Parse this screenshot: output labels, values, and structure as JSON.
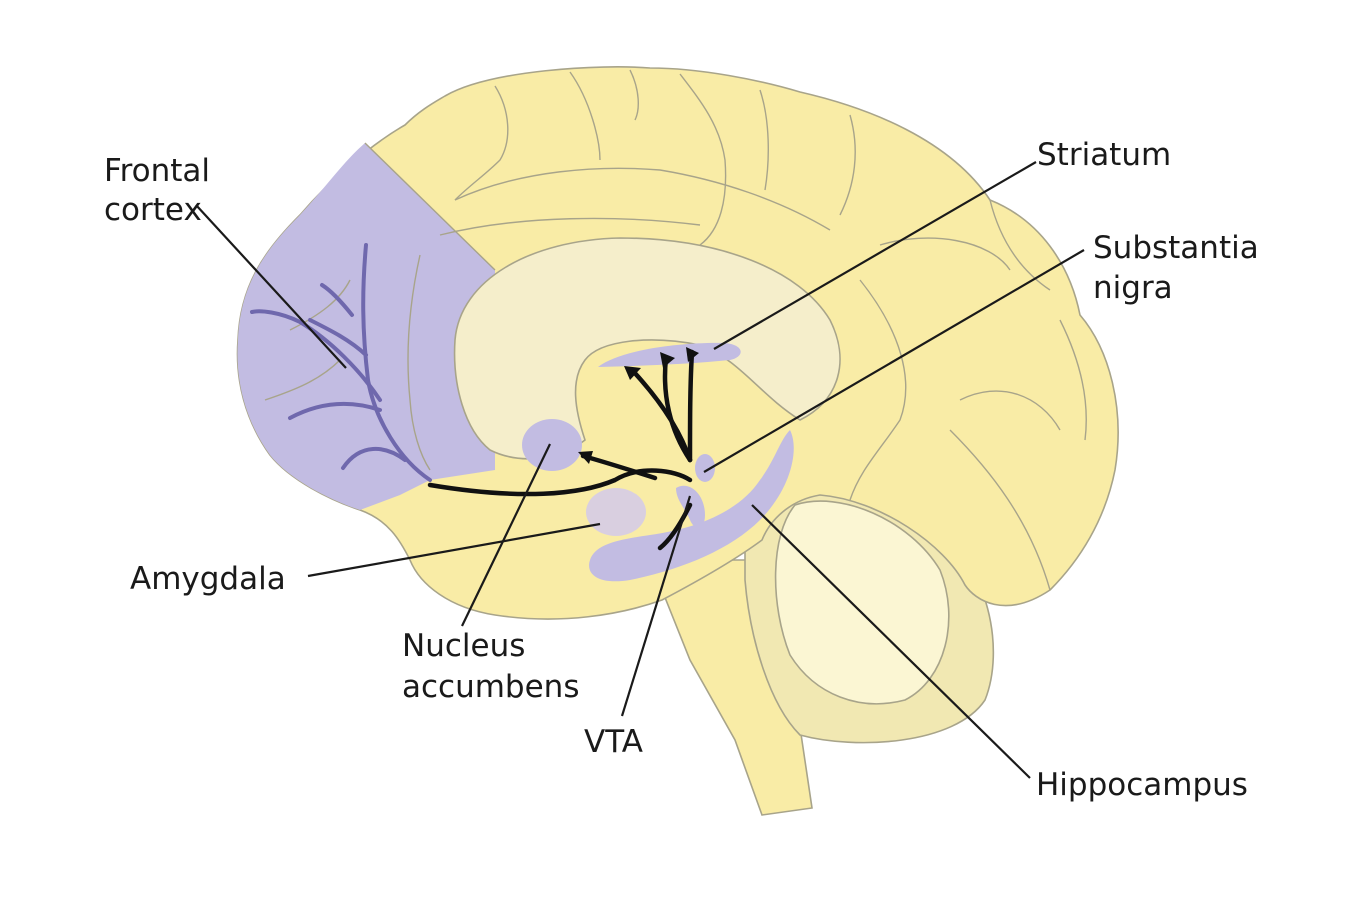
{
  "labels": {
    "frontal_cortex_line1": "Frontal",
    "frontal_cortex_line2": "cortex",
    "striatum": "Striatum",
    "substantia_nigra_line1": "Substantia",
    "substantia_nigra_line2": "nigra",
    "amygdala": "Amygdala",
    "nucleus_accumbens_line1": "Nucleus",
    "nucleus_accumbens_line2": "accumbens",
    "vta": "VTA",
    "hippocampus": "Hippocampus"
  },
  "colors": {
    "cortex": "#f9eca6",
    "inner_light": "#f5eecb",
    "highlight_region": "#c2bce2",
    "pathway_dopamine": "#111111",
    "cortical_projection": "#6f68ad",
    "cerebellum_outer": "#f1e8b2",
    "cerebellum_inner": "#fbf6d3"
  }
}
